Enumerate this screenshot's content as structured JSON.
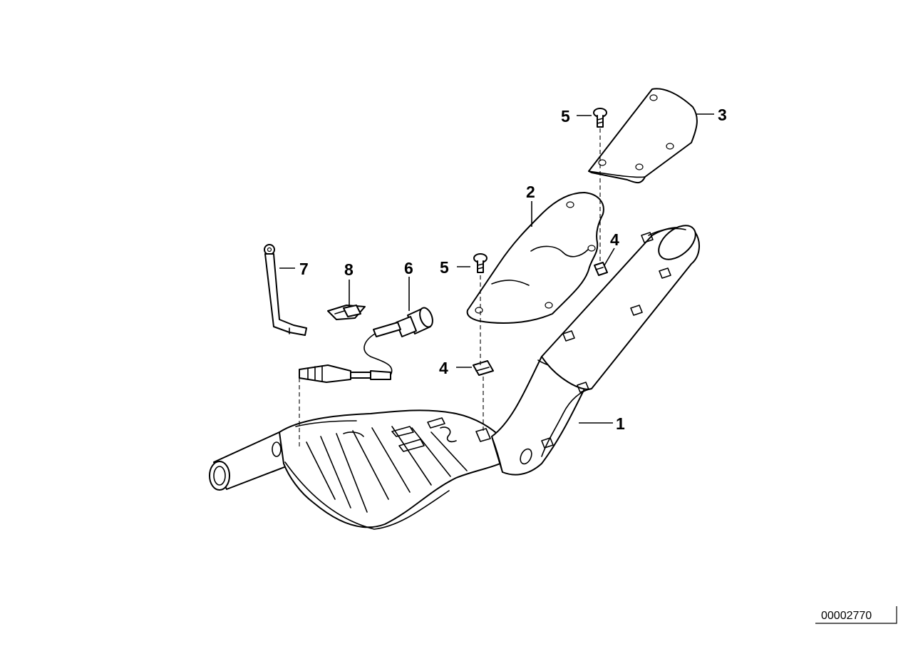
{
  "diagram": {
    "callouts": {
      "c1": "1",
      "c2": "2",
      "c3": "3",
      "c4a": "4",
      "c4b": "4",
      "c5a": "5",
      "c5b": "5",
      "c6": "6",
      "c7": "7",
      "c8": "8"
    },
    "drawing_number": "00002770"
  },
  "colors": {
    "line": "#000000",
    "background": "#ffffff"
  }
}
